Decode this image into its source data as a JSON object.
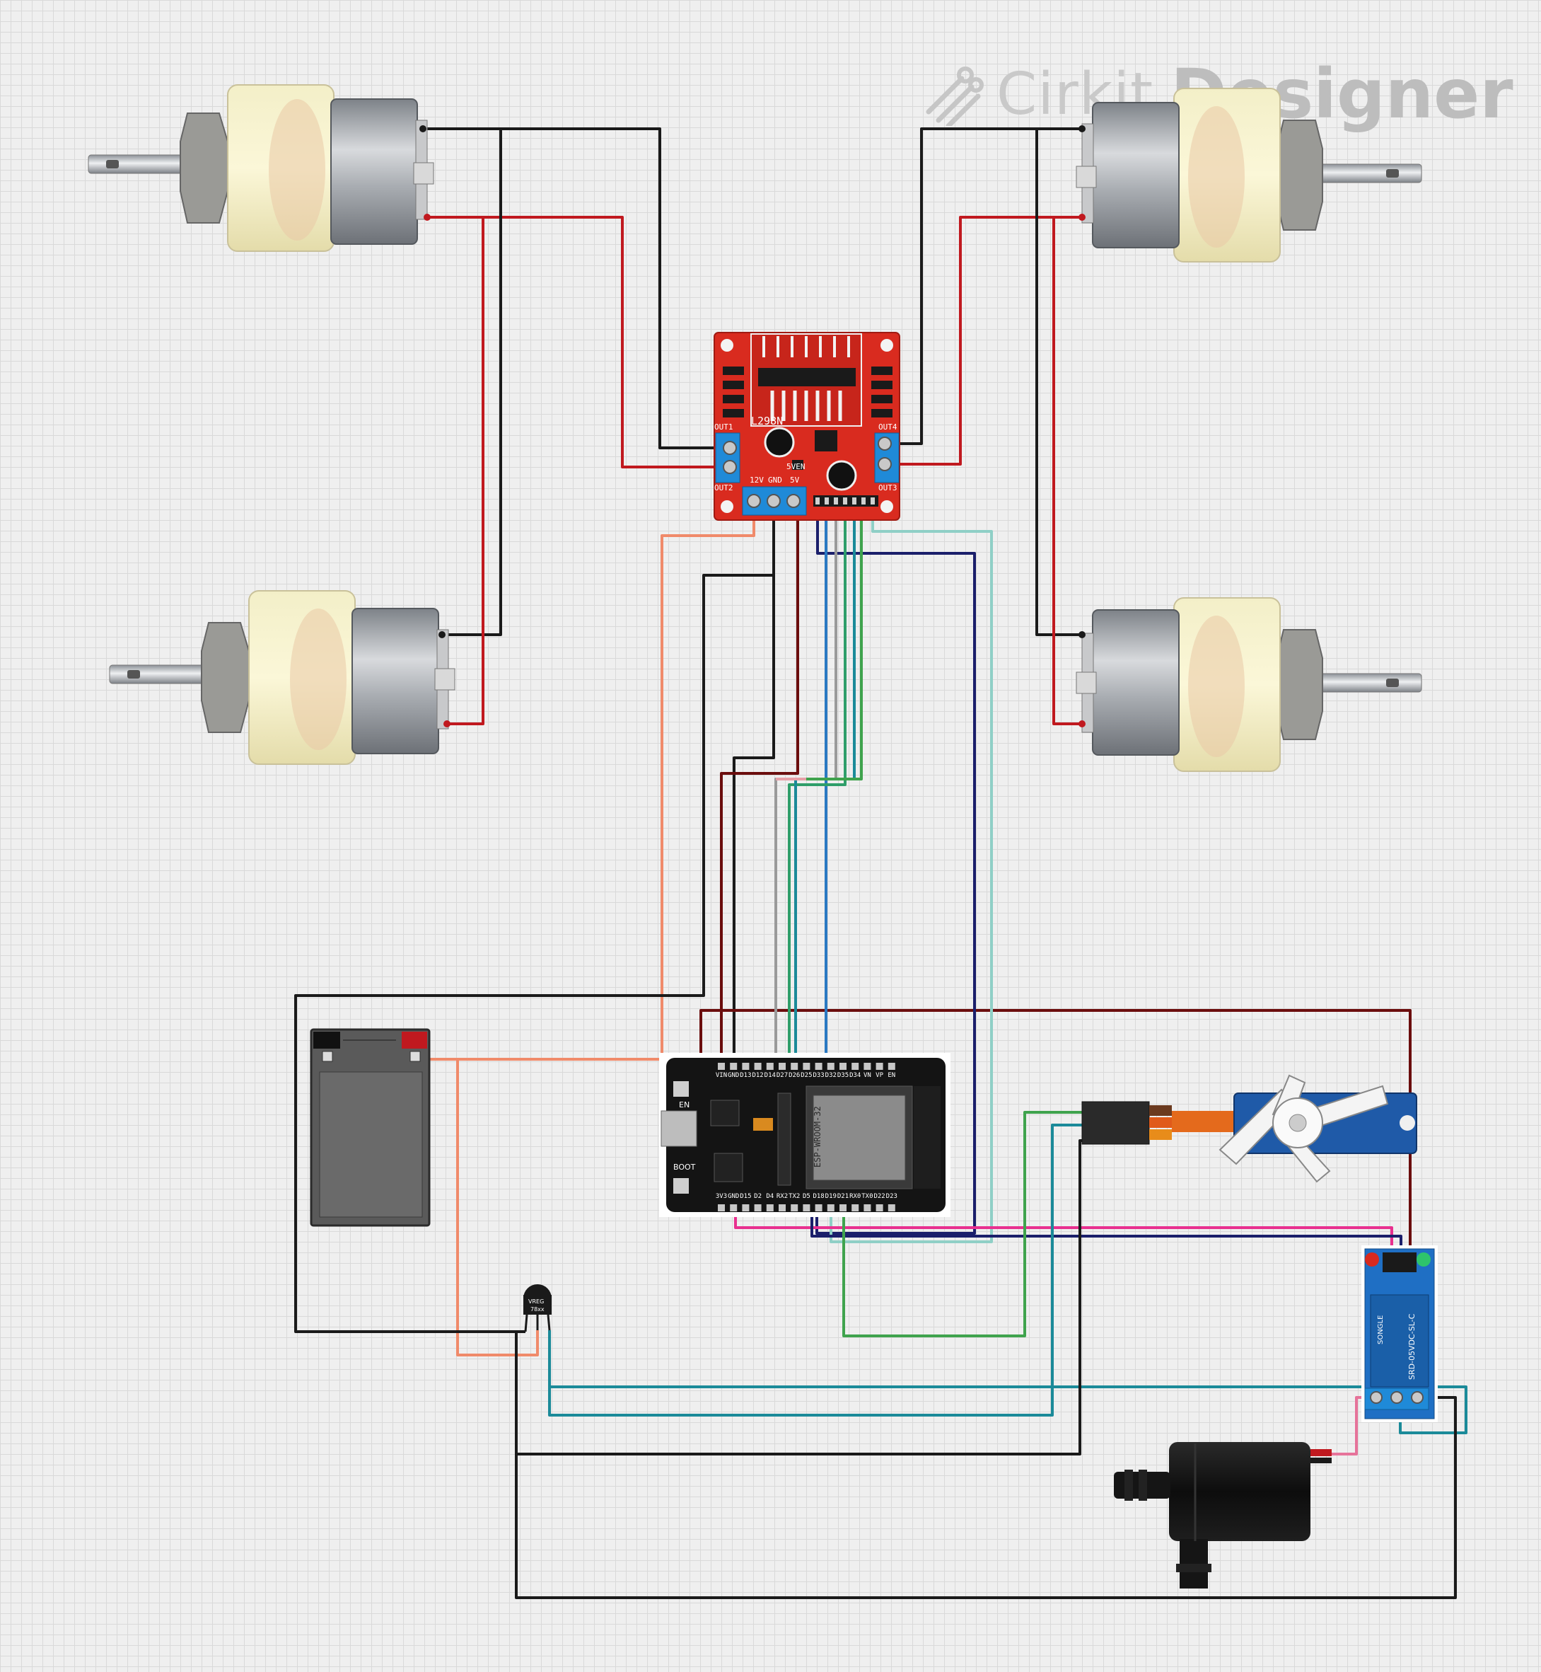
{
  "logo": {
    "word1": "Cirkit",
    "word2": "Designer",
    "icon": "cirkit-logo-icon"
  },
  "driver": {
    "chip": "L298N",
    "out1": "OUT1",
    "out2": "OUT2",
    "out3": "OUT3",
    "out4": "OUT4",
    "v12": "12V",
    "gnd": "GND",
    "v5": "5V",
    "en5v": "5VEN"
  },
  "esp32": {
    "top_pins": [
      "VIN",
      "GND",
      "D13",
      "D12",
      "D14",
      "D27",
      "D26",
      "D25",
      "D33",
      "D32",
      "D35",
      "D34",
      "VN",
      "VP",
      "EN"
    ],
    "bottom_pins": [
      "3V3",
      "GND",
      "D15",
      "D2",
      "D4",
      "RX2",
      "TX2",
      "D5",
      "D18",
      "D19",
      "D21",
      "RX0",
      "TX0",
      "D22",
      "D23"
    ],
    "en_label": "EN",
    "boot_label": "BOOT",
    "module_text": "ESP-WROOM-32"
  },
  "regulator": {
    "line1": "VREG",
    "line2": "78xx"
  },
  "relay": {
    "model": "SRD-05VDC-SL-C",
    "brand": "SONGLE"
  },
  "colors": {
    "black": "#1a1a1a",
    "red": "#c0191f",
    "salmon": "#f08a6a",
    "darkred": "#6b0d0d",
    "navy": "#1b1f6b",
    "teal": "#1b8a99",
    "green": "#3fa34d",
    "pink": "#e8308f",
    "lightpink": "#e6a0a8",
    "grey": "#9a9a9a",
    "seagreen": "#2f9e6a",
    "lightteal": "#8fcfc6",
    "blue": "#2a79c2"
  }
}
